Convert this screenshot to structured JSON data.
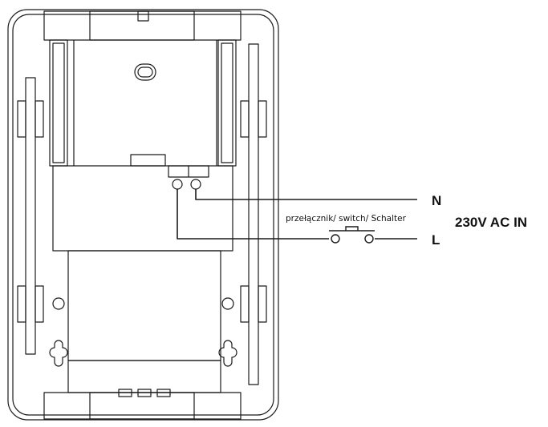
{
  "labels": {
    "neutral": "N",
    "live": "L",
    "switch": "przełącznik/ switch/ Schalter",
    "supply": "230V AC IN"
  },
  "colors": {
    "line": "#1a1a1a",
    "background": "#ffffff"
  }
}
